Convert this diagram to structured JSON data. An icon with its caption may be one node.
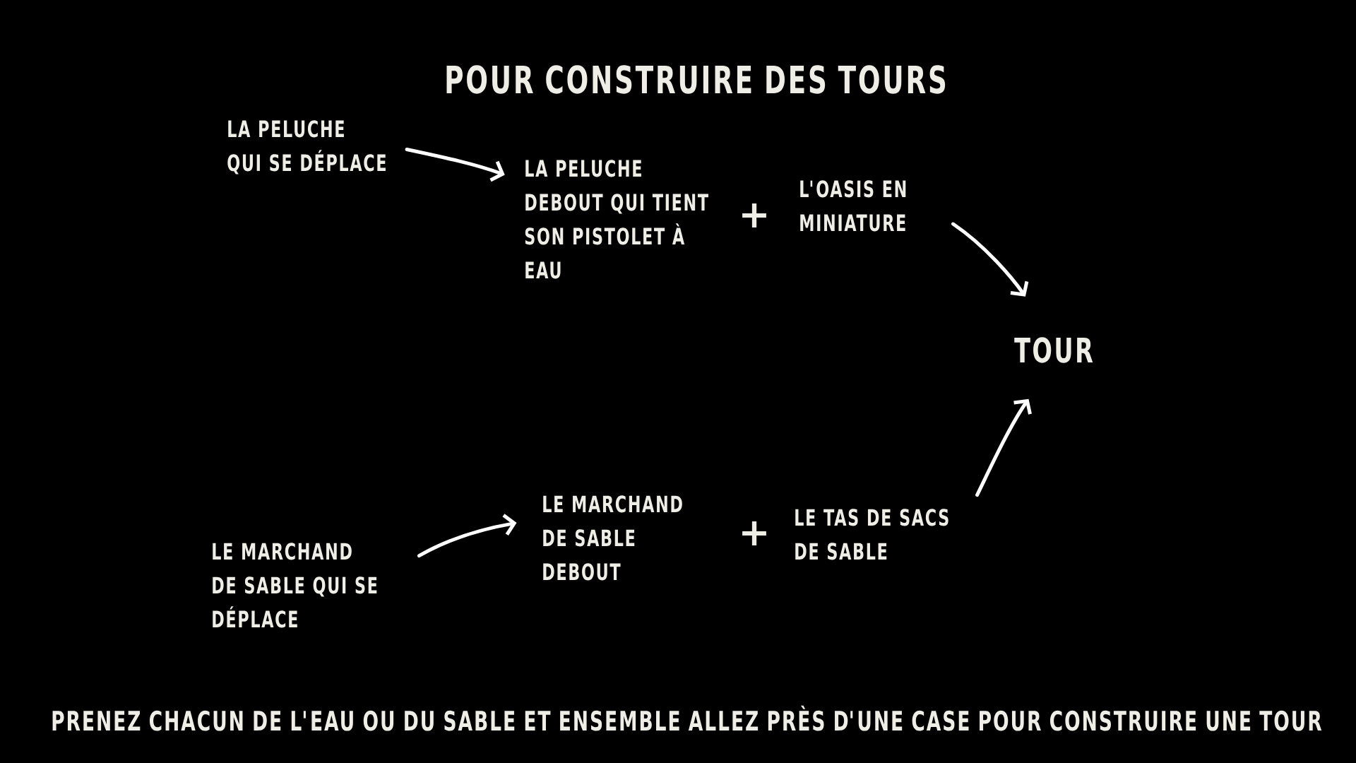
{
  "diagram": {
    "title": "POUR CONSTRUIRE DES TOURS",
    "caption": "PRENEZ CHACUN DE L'EAU OU DU SABLE ET ENSEMBLE ALLEZ PRÈS D'UNE CASE POUR CONSTRUIRE UNE TOUR",
    "nodes": [
      {
        "text": [
          "LA PELUCHE QUI SE DÉPLACE"
        ]
      },
      {
        "text": [
          "LA PELUCHE DEBOUT QUI TIENT SON PISTOLET À EAU"
        ]
      },
      {
        "text": [
          "L'OASIS EN MINIATURE"
        ]
      },
      {
        "text": [
          "TOUR"
        ]
      },
      {
        "text": [
          "LE MARCHAND DE SABLE QUI SE DÉPLACE"
        ]
      },
      {
        "text": [
          "LE MARCHAND DE SABLE DEBOUT"
        ]
      },
      {
        "text": [
          "LE TAS DE SACS DE SABLE"
        ]
      }
    ],
    "edges": [
      {
        "from": 0,
        "to": 1,
        "arrow": "to"
      },
      {
        "from": 2,
        "to": 3,
        "arrow": "to"
      },
      {
        "from": 4,
        "to": 5,
        "arrow": "to"
      },
      {
        "from": 6,
        "to": 3,
        "arrow": "to"
      }
    ],
    "labels": [
      "+",
      "+"
    ]
  }
}
